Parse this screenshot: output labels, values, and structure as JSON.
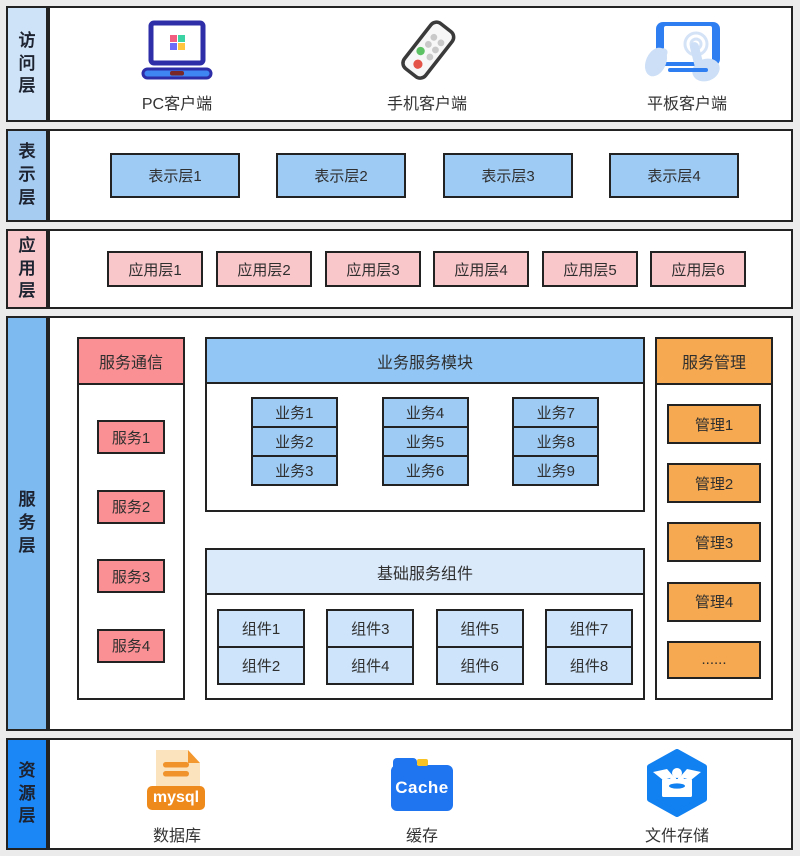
{
  "layers": {
    "access": {
      "label": "访问层",
      "items": [
        {
          "label": "PC客户端",
          "icon": "laptop-icon"
        },
        {
          "label": "手机客户端",
          "icon": "phone-icon"
        },
        {
          "label": "平板客户端",
          "icon": "tablet-icon"
        }
      ]
    },
    "presentation": {
      "label": "表示层",
      "boxes": [
        "表示层1",
        "表示层2",
        "表示层3",
        "表示层4"
      ]
    },
    "application": {
      "label": "应用层",
      "boxes": [
        "应用层1",
        "应用层2",
        "应用层3",
        "应用层4",
        "应用层5",
        "应用层6"
      ]
    },
    "service": {
      "label": "服务层",
      "panels": {
        "communication": {
          "title": "服务通信",
          "boxes": [
            "服务1",
            "服务2",
            "服务3",
            "服务4"
          ]
        },
        "business": {
          "title": "业务服务模块",
          "groups": [
            [
              "业务1",
              "业务2",
              "业务3"
            ],
            [
              "业务4",
              "业务5",
              "业务6"
            ],
            [
              "业务7",
              "业务8",
              "业务9"
            ]
          ]
        },
        "foundation": {
          "title": "基础服务组件",
          "groups": [
            [
              "组件1",
              "组件2"
            ],
            [
              "组件3",
              "组件4"
            ],
            [
              "组件5",
              "组件6"
            ],
            [
              "组件7",
              "组件8"
            ]
          ]
        },
        "management": {
          "title": "服务管理",
          "boxes": [
            "管理1",
            "管理2",
            "管理3",
            "管理4",
            "......"
          ]
        }
      }
    },
    "resource": {
      "label": "资源层",
      "items": [
        {
          "label": "数据库",
          "icon": "mysql-file-icon",
          "badge": "mysql"
        },
        {
          "label": "缓存",
          "icon": "cache-folder-icon",
          "badge": "Cache"
        },
        {
          "label": "文件存储",
          "icon": "file-storage-icon"
        }
      ]
    }
  },
  "colors": {
    "canvas_bg": "#ebebeb",
    "border": "#222222",
    "access_label_bg": "#cfe3f8",
    "presentation_label_bg": "#a6ccf2",
    "application_label_bg": "#f8c8cc",
    "service_label_bg": "#7dbaf0",
    "resource_label_bg": "#1b86f6",
    "blue_box": "#9ecbf4",
    "pink_box": "#f9c6ca",
    "salmon_box": "#fa9094",
    "orange_box": "#f6a950",
    "light_blue_box": "#cde4fa",
    "foundation_header_bg": "#dbeafb",
    "mysql_orange": "#ee8a1c",
    "cache_blue": "#1f74f0",
    "storage_blue": "#1180f0"
  }
}
